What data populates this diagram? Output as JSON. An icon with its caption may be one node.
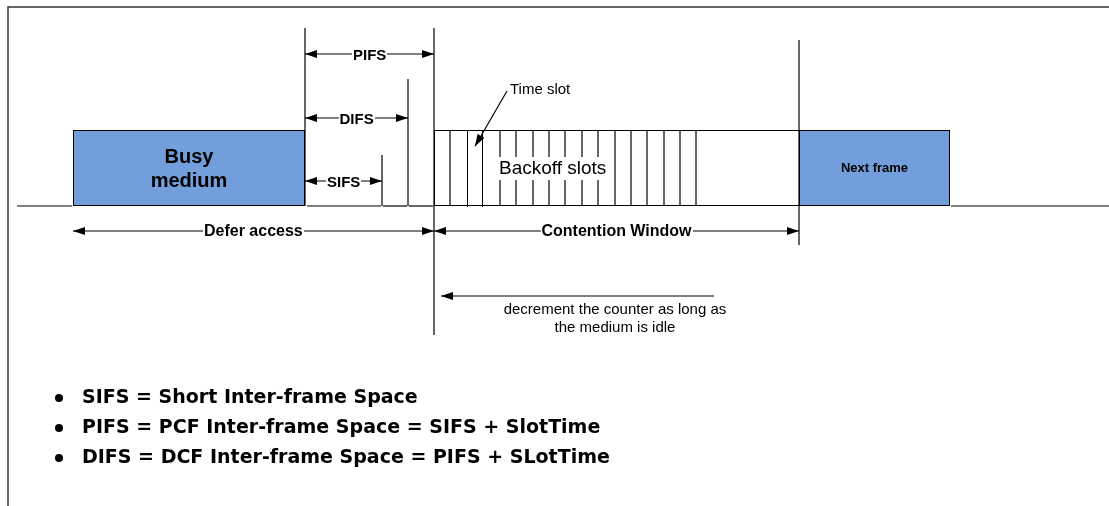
{
  "diagram": {
    "nodes": [
      {
        "text": [
          "Busy medium"
        ]
      },
      {
        "text": [
          "Backoff slots"
        ]
      },
      {
        "text": [
          "Next frame"
        ]
      },
      {
        "text": [
          "Time slot"
        ]
      },
      {
        "text": [],
        "shape": "box",
        "in": 1
      }
    ],
    "edges": [
      {
        "from": 3,
        "to": 4,
        "arrow": "to"
      }
    ],
    "labels": [
      "PIFS",
      "DIFS",
      "SIFS",
      "Defer access",
      "Contention Window",
      "decrement the counter as long as the medium is idle",
      "SIFS = Short Inter-frame Space",
      "PIFS = PCF Inter-frame Space = SIFS + SlotTime",
      "DIFS = DCF Inter-frame Space = PIFS + SLotTime"
    ]
  }
}
